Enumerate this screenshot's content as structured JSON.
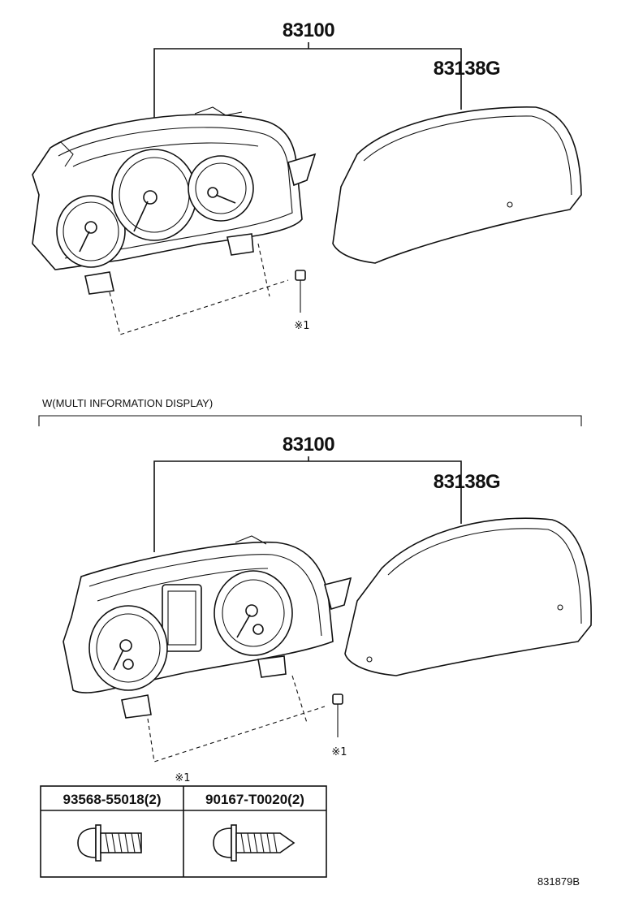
{
  "top_assembly": {
    "part_main": "83100",
    "part_lens": "83138G",
    "screw_mark": "※1"
  },
  "variant_header": "W(MULTI INFORMATION DISPLAY)",
  "bottom_assembly": {
    "part_main": "83100",
    "part_lens": "83138G",
    "screw_mark": "※1"
  },
  "screw_table": {
    "mark": "※1",
    "columns": [
      "93568-55018(2)",
      "90167-T0020(2)"
    ]
  },
  "diagram_code": "831879B"
}
